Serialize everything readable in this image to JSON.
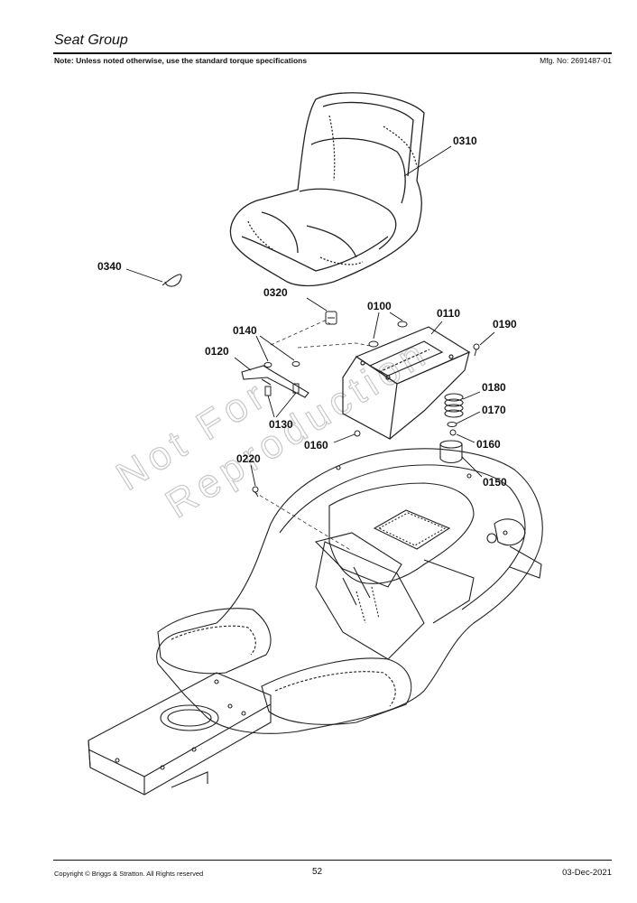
{
  "header": {
    "title": "Seat Group",
    "note": "Note: Unless noted otherwise, use the standard torque specifications",
    "mfg": "Mfg. No: 2691487-01"
  },
  "watermark": {
    "line1": "Not For",
    "line2": "Reproduction"
  },
  "callouts": {
    "c0310": "0310",
    "c0340": "0340",
    "c0320": "0320",
    "c0100": "0100",
    "c0110": "0110",
    "c0190": "0190",
    "c0140": "0140",
    "c0120": "0120",
    "c0180": "0180",
    "c0170": "0170",
    "c0130": "0130",
    "c0160a": "0160",
    "c0160b": "0160",
    "c0150": "0150",
    "c0220": "0220"
  },
  "footer": {
    "copyright": "Copyright ©  Briggs & Stratton. All Rights reserved",
    "page": "52",
    "date": "03-Dec-2021"
  }
}
